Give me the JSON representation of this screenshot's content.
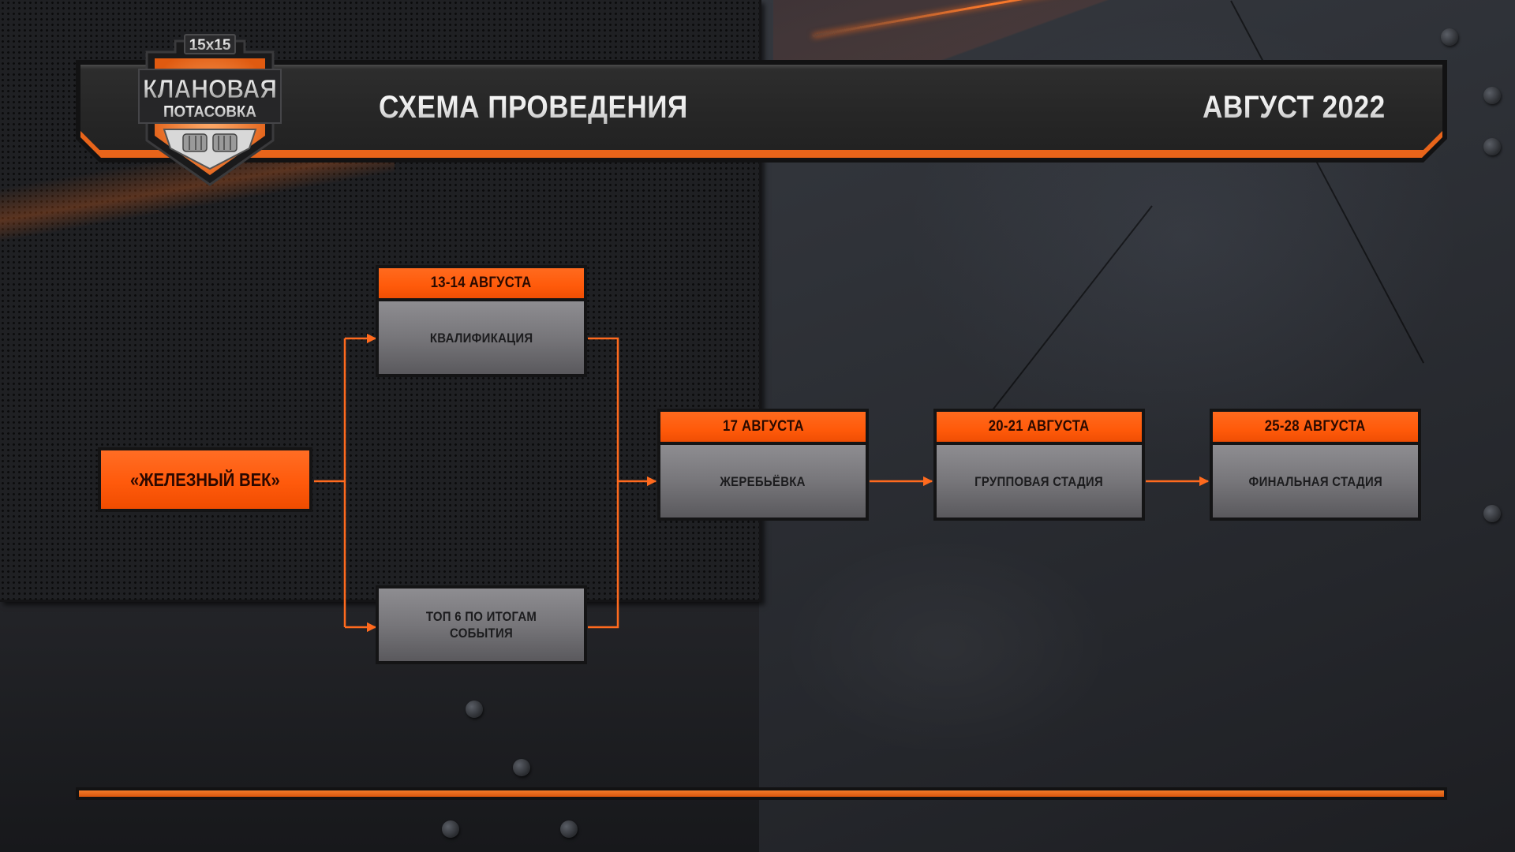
{
  "header": {
    "title": "СХЕМА ПРОВЕДЕНИЯ",
    "date": "АВГУСТ 2022"
  },
  "logo": {
    "format": "15x15",
    "line1": "КЛАНОВАЯ",
    "line2": "ПОТАСОВКА",
    "icon": "fists-bump-icon"
  },
  "colors": {
    "accent": "#ff5a0a",
    "box_body": "#77767a",
    "connector": "#ff6a1e",
    "frame": "#141415"
  },
  "diagram": {
    "start": {
      "label": "«ЖЕЛЕЗНЫЙ ВЕК»"
    },
    "stages": [
      {
        "id": "qualification",
        "date": "13-14 АВГУСТА",
        "label": "КВАЛИФИКАЦИЯ"
      },
      {
        "id": "top6",
        "date": "",
        "label": "ТОП 6 ПО ИТОГАМ СОБЫТИЯ"
      },
      {
        "id": "draw",
        "date": "17 АВГУСТА",
        "label": "ЖЕРЕБЬЁВКА"
      },
      {
        "id": "group",
        "date": "20-21 АВГУСТА",
        "label": "ГРУППОВАЯ СТАДИЯ"
      },
      {
        "id": "final",
        "date": "25-28 АВГУСТА",
        "label": "ФИНАЛЬНАЯ СТАДИЯ"
      }
    ],
    "edges": [
      [
        "start",
        "qualification"
      ],
      [
        "start",
        "top6"
      ],
      [
        "qualification",
        "draw"
      ],
      [
        "top6",
        "draw"
      ],
      [
        "draw",
        "group"
      ],
      [
        "group",
        "final"
      ]
    ]
  }
}
